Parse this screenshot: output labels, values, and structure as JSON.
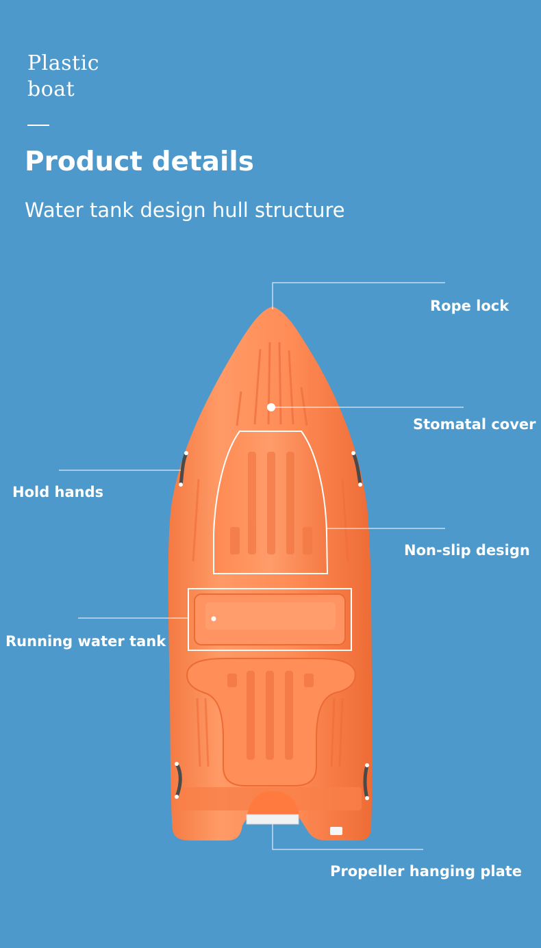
{
  "brand": {
    "line1": "Plastic",
    "line2": "boat"
  },
  "heading": {
    "title": "Product details",
    "subtitle": "Water tank design hull structure"
  },
  "callouts": {
    "rope_lock": "Rope lock",
    "stomatal_cover": "Stomatal cover",
    "hold_hands": "Hold hands",
    "non_slip_design": "Non-slip design",
    "running_water_tank": "Running water tank",
    "propeller_hanging_plate": "Propeller hanging plate"
  },
  "colors": {
    "background": "#4d99cc",
    "hull": "#ff8a52",
    "hull_shadow": "#f06a34",
    "text": "#ffffff"
  }
}
